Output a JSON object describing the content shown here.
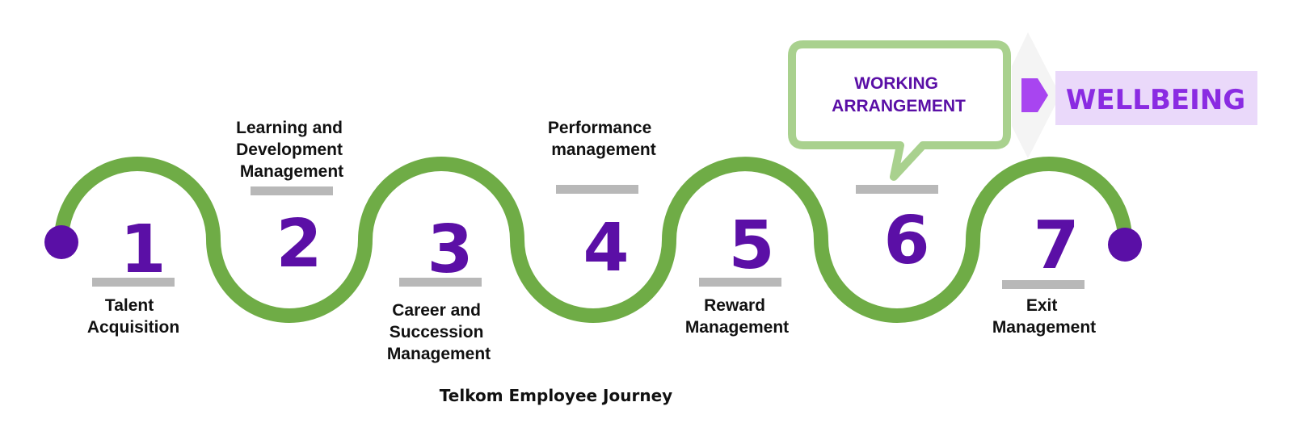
{
  "colors": {
    "track": "#6fac46",
    "accent_purple": "#5a0fa6",
    "number_purple": "#5b0fa6",
    "underline_gray": "#b8b8b8",
    "callout_green": "#a9d18e",
    "wellbeing_bg": "#ead9fa",
    "wellbeing_text": "#8a2be2",
    "wellbeing_arrow": "#a845f0"
  },
  "steps": [
    {
      "number": "1",
      "label_lines": [
        "Talent",
        "Acquisition"
      ]
    },
    {
      "number": "2",
      "label_lines": [
        "Learning and",
        "Development",
        "Management"
      ]
    },
    {
      "number": "3",
      "label_lines": [
        "Career and",
        "Succession",
        "Management"
      ]
    },
    {
      "number": "4",
      "label_lines": [
        "Performance",
        "management"
      ]
    },
    {
      "number": "5",
      "label_lines": [
        "Reward",
        "Management"
      ]
    },
    {
      "number": "6",
      "label_lines": []
    },
    {
      "number": "7",
      "label_lines": [
        "Exit",
        "Management"
      ]
    }
  ],
  "callout": {
    "line1": "WORKING",
    "line2": "ARRANGEMENT",
    "icon": "speech-bubble-icon"
  },
  "wellbeing": {
    "label": "WELLBEING",
    "icon": "chevron-arrow-icon"
  },
  "caption": "Telkom Employee Journey"
}
